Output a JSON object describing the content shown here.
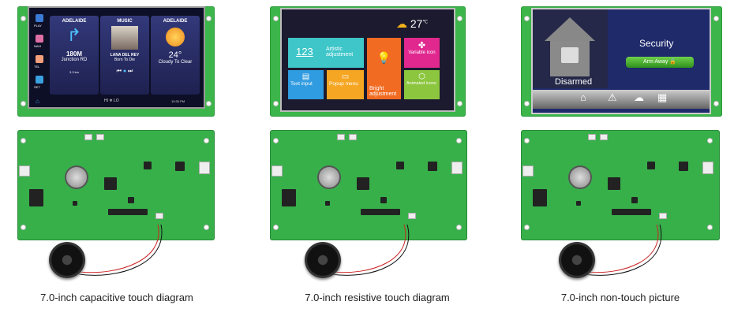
{
  "panels": [
    {
      "caption": "7.0-inch capacitive touch diagram",
      "screen": {
        "sidebar": [
          "PLAY",
          "NAVI",
          "TEL",
          "SET"
        ],
        "cards": [
          {
            "title": "ADELAIDE",
            "value": "180M",
            "sub": "Junction RD",
            "foot": "3.3 km"
          },
          {
            "title": "MUSIC",
            "value": "LANA DEL REY",
            "sub": "Born To Die",
            "foot": ""
          },
          {
            "title": "ADELAIDE",
            "value": "24°",
            "sub": "Cloudy To Clear",
            "foot": ""
          }
        ],
        "bottom": [
          "HI",
          "LO",
          "10:30 PM"
        ]
      }
    },
    {
      "caption": "7.0-inch resistive touch  diagram",
      "screen": {
        "temperature": "27",
        "unit": "℃",
        "tiles": [
          {
            "big": "123",
            "label": "Artistic adjustment",
            "color": "#3ec6c9"
          },
          {
            "label": "Bright adjustment",
            "color": "#f26b22"
          },
          {
            "label": "Variable icon",
            "color": "#e0288f"
          },
          {
            "label": "Text input",
            "color": "#2f9be0"
          },
          {
            "label": "Popup menu",
            "color": "#f5a623"
          },
          {
            "label": "Animated icons",
            "color": "#8cc63f"
          }
        ]
      }
    },
    {
      "caption": "7.0-inch non-touch  picture",
      "screen": {
        "status": "Disarmed",
        "title": "Security",
        "button": "Arm Away"
      }
    }
  ]
}
